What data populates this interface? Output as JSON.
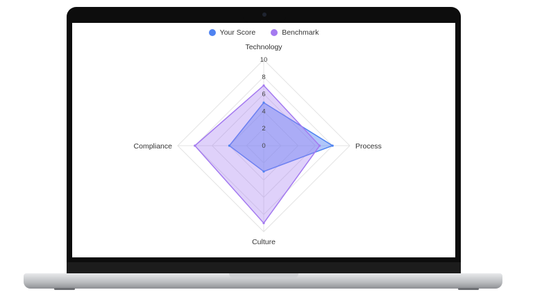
{
  "chart_data": {
    "type": "radar",
    "axes": [
      "Technology",
      "Process",
      "Culture",
      "Compliance"
    ],
    "range": [
      0,
      10
    ],
    "ticks": [
      "0",
      "2",
      "4",
      "6",
      "8",
      "10"
    ],
    "legend_position": "top",
    "series": [
      {
        "name": "Your Score",
        "values": [
          5,
          8,
          3,
          4
        ],
        "color": "#4f83f1"
      },
      {
        "name": "Benchmark",
        "values": [
          7,
          6.5,
          9,
          8
        ],
        "color": "#a47af0"
      }
    ]
  }
}
